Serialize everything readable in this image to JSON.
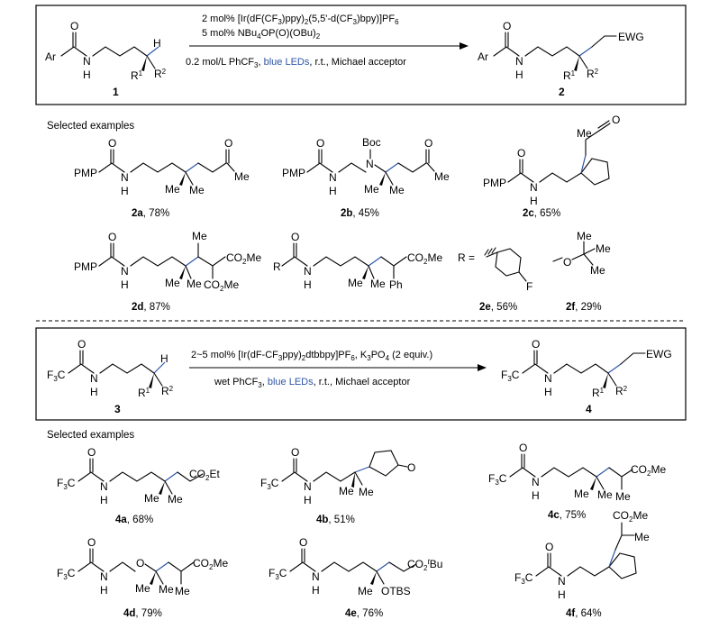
{
  "scheme1": {
    "conditions_line1_parts": [
      "2 mol% [Ir(dF(CF",
      "3",
      ")ppy)",
      "2",
      "(5,5'-d(CF",
      "3",
      ")bpy)]PF",
      "6"
    ],
    "conditions_line2_parts": [
      "5 mol% NBu",
      "4",
      "OP(O)(OBu)",
      "2"
    ],
    "conditions_line3_parts": [
      "0.2 mol/L PhCF",
      "3",
      ", ",
      "blue LEDs",
      ", r.t., Michael acceptor"
    ],
    "start_label": "1",
    "product_label": "2"
  },
  "section1_title": "Selected examples",
  "examples1": [
    {
      "id": "2a",
      "yield": ", 78%"
    },
    {
      "id": "2b",
      "yield": ", 45%"
    },
    {
      "id": "2c",
      "yield": ", 65%"
    },
    {
      "id": "2d",
      "yield": ", 87%"
    },
    {
      "id": "2e",
      "yield": ", 56%"
    },
    {
      "id": "2f",
      "yield": ", 29%"
    }
  ],
  "scheme2": {
    "conditions_line1_parts": [
      "2~5 mol% [Ir(dF-CF",
      "3",
      "ppy)",
      "2",
      "dtbbpy]PF",
      "6",
      ", K",
      "3",
      "PO",
      "4",
      " (2 equiv.)"
    ],
    "conditions_line2_parts": [
      "wet PhCF",
      "3",
      ", ",
      "blue LEDs",
      ", r.t., Michael acceptor"
    ],
    "start_label": "3",
    "product_label": "4"
  },
  "section2_title": "Selected examples",
  "examples2": [
    {
      "id": "4a",
      "yield": ", 68%"
    },
    {
      "id": "4b",
      "yield": ", 51%"
    },
    {
      "id": "4c",
      "yield": ", 75%"
    },
    {
      "id": "4d",
      "yield": ", 79%"
    },
    {
      "id": "4e",
      "yield": ", 76%"
    },
    {
      "id": "4f",
      "yield": ", 64%"
    }
  ],
  "atoms": {
    "Ar": "Ar",
    "O": "O",
    "N": "N",
    "H": "H",
    "R": "R",
    "EWG": "EWG",
    "PMP": "PMP",
    "Me": "Me",
    "Boc": "Boc",
    "CO2Me_parts": [
      "CO",
      "2",
      "Me"
    ],
    "CO2Et_parts": [
      "CO",
      "2",
      "Et"
    ],
    "CO2tBu_parts": [
      "CO",
      "2",
      "t",
      "Bu"
    ],
    "F": "F",
    "F3C_parts": [
      "F",
      "3",
      "C"
    ],
    "OTBS": "OTBS",
    "Ph": "Ph",
    "R1_parts": [
      "R",
      "1"
    ],
    "R2_parts": [
      "R",
      "2"
    ],
    "R_eq": "R ="
  },
  "colors": {
    "highlight_bond": "#2e55a7",
    "blue_text": "#2e55a7"
  }
}
